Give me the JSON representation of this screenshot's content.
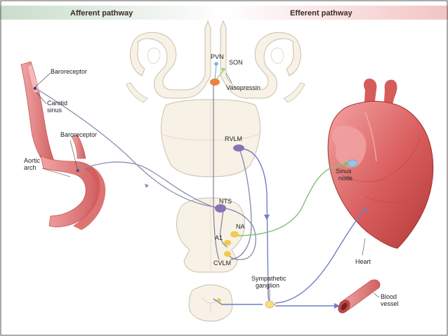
{
  "headers": {
    "afferent": "Afferent pathway",
    "efferent": "Efferent pathway"
  },
  "labels": {
    "baroreceptor_top": "Baroreceptor",
    "carotid_line1": "Carotid",
    "carotid_line2": "sinus",
    "baroreceptor_mid": "Baroreceptor",
    "aortic_line1": "Aortic",
    "aortic_line2": "arch",
    "pvn": "PVN",
    "son": "SON",
    "vasopressin": "Vasopressin",
    "rvlm": "RVLM",
    "nts": "NTS",
    "na": "NA",
    "a1": "A1",
    "cvlm": "CVLM",
    "sinus_line1": "Sinus",
    "sinus_line2": "node",
    "heart": "Heart",
    "ganglion_line1": "Sympathetic",
    "ganglion_line2": "ganglion",
    "vessel_line1": "Blood",
    "vessel_line2": "vessel"
  },
  "colors": {
    "afferent_band": "#c9dccb",
    "efferent_band": "#f3c4c4",
    "vessel": "#e58a8a",
    "vessel_dark": "#c85656",
    "neural_tissue": "#f7f1e6",
    "tissue_outline": "#c9bfae",
    "afferent_path": "#8c8fae",
    "parasympathetic_path": "#7fbf73",
    "sympathetic_path": "#6f7fc4",
    "nucleus_purple": "#8a72b5",
    "nucleus_yellow": "#f2c94c",
    "pvn_orange": "#f08040"
  }
}
